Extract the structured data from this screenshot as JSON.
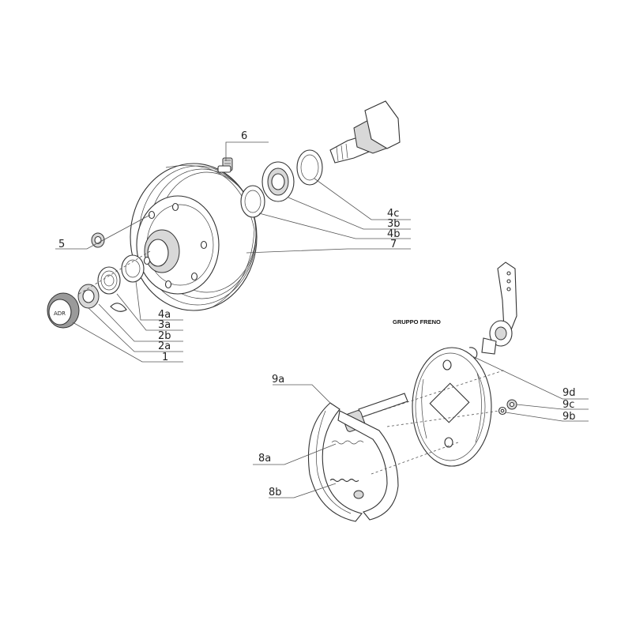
{
  "diagram": {
    "group_title": "GRUPPO FRENO",
    "labels": {
      "l1": "1",
      "l2a": "2a",
      "l2b": "2b",
      "l3a": "3a",
      "l4a": "4a",
      "l5": "5",
      "l6": "6",
      "l7": "7",
      "l4b": "4b",
      "l3b": "3b",
      "l4c": "4c",
      "l8a": "8a",
      "l8b": "8b",
      "l9a": "9a",
      "l9b": "9b",
      "l9c": "9c",
      "l9d": "9d"
    },
    "cap_text": "ADR"
  }
}
